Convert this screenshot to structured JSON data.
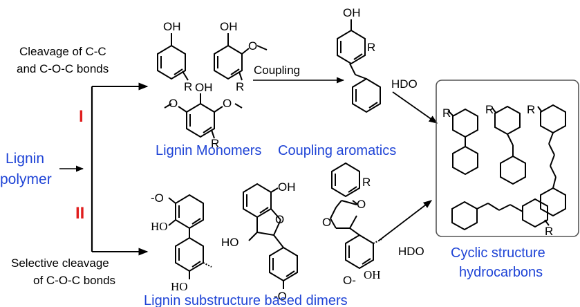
{
  "colors": {
    "ink": "#000000",
    "blue": "#1f44d6",
    "red": "#e01e1e",
    "panel_border": "#555555"
  },
  "left": {
    "label_line1": "Lignin",
    "label_line2": "polymer",
    "route_I": "I",
    "route_II": "II",
    "cond_I_line1": "Cleavage of C-C",
    "cond_I_line2": "and C-O-C bonds",
    "cond_II_line1": "Selective cleavage",
    "cond_II_line2": "of C-O-C bonds"
  },
  "products": {
    "monomers_label": "Lignin Monomers",
    "coupling_label": "Coupling aromatics",
    "dimers_label": "Lignin substructure based dimers",
    "cyclic_line1": "Cyclic structure",
    "cyclic_line2": "hydrocarbons"
  },
  "reactions": {
    "coupling": "Coupling",
    "hdo_top": "HDO",
    "hdo_bottom": "HDO"
  },
  "atoms": {
    "oh": "OH",
    "ho": "HO",
    "o": "O",
    "r": "R",
    "methoxy": "-O",
    "methoxy_right": "O-"
  }
}
